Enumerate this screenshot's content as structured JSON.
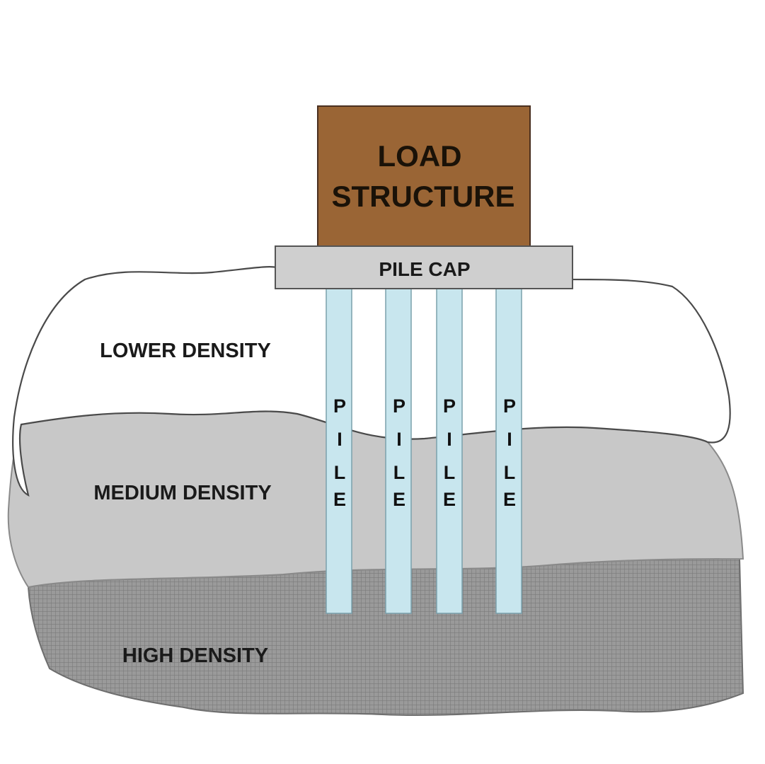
{
  "structure": {
    "title_line1": "LOAD",
    "title_line2": "STRUCTURE",
    "color": "#9a6535"
  },
  "pile_cap": {
    "label": "PILE CAP",
    "color": "#cfcfcf"
  },
  "piles": {
    "count": 4,
    "label_letters": [
      "P",
      "I",
      "L",
      "E"
    ],
    "color": "#c8e6ee"
  },
  "soil_layers": [
    {
      "label": "LOWER DENSITY",
      "color": "#ffffff"
    },
    {
      "label": "MEDIUM DENSITY",
      "color": "#c8c8c8"
    },
    {
      "label": "HIGH DENSITY",
      "color": "#8e8e8e"
    }
  ]
}
